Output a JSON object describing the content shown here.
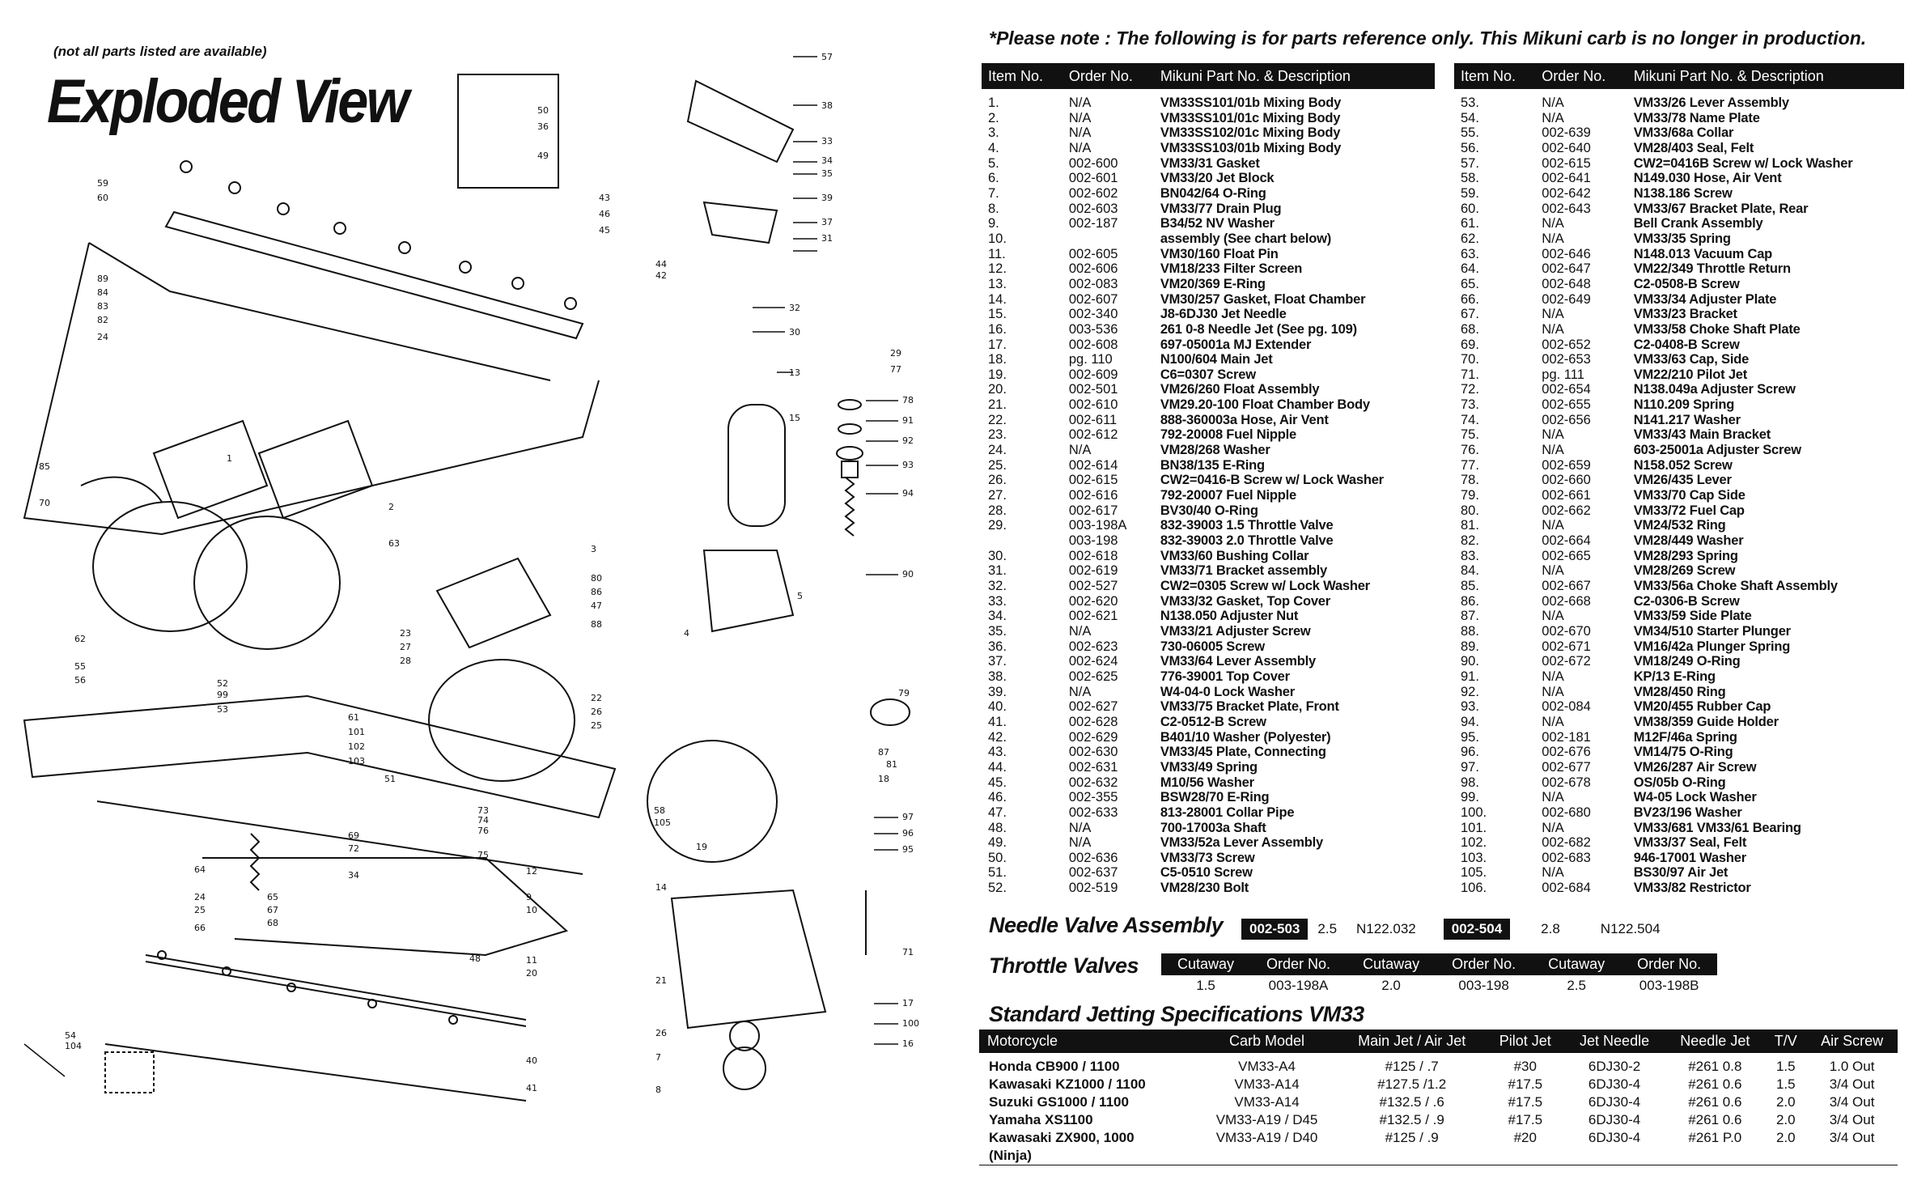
{
  "header": {
    "availability_note": "(not all parts listed are available)",
    "title": "Exploded View",
    "reference_note": "*Please note : The following is for parts reference only. This Mikuni carb is no longer in production."
  },
  "diagram": {
    "callouts": [
      "57",
      "38",
      "50",
      "36",
      "49",
      "33",
      "34",
      "35",
      "59",
      "60",
      "43",
      "46",
      "45",
      "44",
      "42",
      "39",
      "37",
      "31",
      "32",
      "30",
      "13",
      "15",
      "29",
      "77",
      "78",
      "91",
      "92",
      "93",
      "94",
      "90",
      "89",
      "84",
      "83",
      "82",
      "24",
      "85",
      "70",
      "1",
      "2",
      "63",
      "3",
      "80",
      "86",
      "47",
      "88",
      "4",
      "5",
      "23",
      "27",
      "28",
      "79",
      "81",
      "48",
      "62",
      "55",
      "56",
      "52",
      "99",
      "53",
      "61",
      "101",
      "102",
      "103",
      "51",
      "73",
      "74",
      "76",
      "69",
      "72",
      "75",
      "22",
      "26",
      "25",
      "87",
      "18",
      "97",
      "96",
      "95",
      "58",
      "105",
      "19",
      "12",
      "9",
      "10",
      "11",
      "20",
      "64",
      "24",
      "25",
      "66",
      "65",
      "67",
      "68",
      "34",
      "14",
      "21",
      "26",
      "7",
      "8",
      "71",
      "17",
      "100",
      "16",
      "54",
      "104",
      "40",
      "41"
    ]
  },
  "parts_table_left": {
    "headers": [
      "Item No.",
      "Order No.",
      "Mikuni Part No. & Description"
    ],
    "rows": [
      [
        "1.",
        "N/A",
        "VM33SS101/01b Mixing Body"
      ],
      [
        "2.",
        "N/A",
        "VM33SS101/01c Mixing Body"
      ],
      [
        "3.",
        "N/A",
        "VM33SS102/01c Mixing Body"
      ],
      [
        "4.",
        "N/A",
        "VM33SS103/01b Mixing Body"
      ],
      [
        "5.",
        "002-600",
        "VM33/31 Gasket"
      ],
      [
        "6.",
        "002-601",
        "VM33/20 Jet Block"
      ],
      [
        "7.",
        "002-602",
        "BN042/64 O-Ring"
      ],
      [
        "8.",
        "002-603",
        "VM33/77 Drain Plug"
      ],
      [
        "9.",
        "002-187",
        "B34/52 NV Washer"
      ],
      [
        "10.",
        "",
        "assembly (See chart below)"
      ],
      [
        "11.",
        "002-605",
        "VM30/160 Float Pin"
      ],
      [
        "12.",
        "002-606",
        "VM18/233 Filter Screen"
      ],
      [
        "13.",
        "002-083",
        "VM20/369 E-Ring"
      ],
      [
        "14.",
        "002-607",
        "VM30/257 Gasket, Float Chamber"
      ],
      [
        "15.",
        "002-340",
        "J8-6DJ30 Jet Needle"
      ],
      [
        "16.",
        "003-536",
        "261 0-8 Needle Jet (See pg. 109)"
      ],
      [
        "17.",
        "002-608",
        "697-05001a MJ Extender"
      ],
      [
        "18.",
        "pg. 110",
        "N100/604 Main Jet"
      ],
      [
        "19.",
        "002-609",
        "C6=0307 Screw"
      ],
      [
        "20.",
        "002-501",
        "VM26/260 Float Assembly"
      ],
      [
        "21.",
        "002-610",
        "VM29.20-100 Float Chamber Body"
      ],
      [
        "22.",
        "002-611",
        "888-360003a Hose, Air Vent"
      ],
      [
        "23.",
        "002-612",
        "792-20008 Fuel Nipple"
      ],
      [
        "24.",
        "N/A",
        "VM28/268 Washer"
      ],
      [
        "25.",
        "002-614",
        "BN38/135 E-Ring"
      ],
      [
        "26.",
        "002-615",
        "CW2=0416-B Screw w/ Lock Washer"
      ],
      [
        "27.",
        "002-616",
        "792-20007 Fuel Nipple"
      ],
      [
        "28.",
        "002-617",
        "BV30/40 O-Ring"
      ],
      [
        "29.",
        "003-198A",
        "832-39003 1.5 Throttle Valve"
      ],
      [
        "",
        "003-198",
        "832-39003 2.0 Throttle Valve"
      ],
      [
        "30.",
        "002-618",
        "VM33/60 Bushing Collar"
      ],
      [
        "31.",
        "002-619",
        "VM33/71 Bracket assembly"
      ],
      [
        "32.",
        "002-527",
        "CW2=0305 Screw w/ Lock Washer"
      ],
      [
        "33.",
        "002-620",
        "VM33/32 Gasket, Top Cover"
      ],
      [
        "34.",
        "002-621",
        "N138.050 Adjuster Nut"
      ],
      [
        "35.",
        "N/A",
        "VM33/21 Adjuster Screw"
      ],
      [
        "36.",
        "002-623",
        "730-06005 Screw"
      ],
      [
        "37.",
        "002-624",
        "VM33/64 Lever Assembly"
      ],
      [
        "38.",
        "002-625",
        "776-39001 Top Cover"
      ],
      [
        "39.",
        "N/A",
        "W4-04-0 Lock Washer"
      ],
      [
        "40.",
        "002-627",
        "VM33/75 Bracket Plate, Front"
      ],
      [
        "41.",
        "002-628",
        "C2-0512-B Screw"
      ],
      [
        "42.",
        "002-629",
        "B401/10 Washer (Polyester)"
      ],
      [
        "43.",
        "002-630",
        "VM33/45 Plate, Connecting"
      ],
      [
        "44.",
        "002-631",
        "VM33/49 Spring"
      ],
      [
        "45.",
        "002-632",
        "M10/56 Washer"
      ],
      [
        "46.",
        "002-355",
        "BSW28/70 E-Ring"
      ],
      [
        "47.",
        "002-633",
        "813-28001 Collar Pipe"
      ],
      [
        "48.",
        "N/A",
        "700-17003a Shaft"
      ],
      [
        "49.",
        "N/A",
        "VM33/52a Lever Assembly"
      ],
      [
        "50.",
        "002-636",
        "VM33/73 Screw"
      ],
      [
        "51.",
        "002-637",
        "C5-0510 Screw"
      ],
      [
        "52.",
        "002-519",
        "VM28/230 Bolt"
      ]
    ]
  },
  "parts_table_right": {
    "headers": [
      "Item No.",
      "Order No.",
      "Mikuni Part No. & Description"
    ],
    "rows": [
      [
        "53.",
        "N/A",
        "VM33/26 Lever Assembly"
      ],
      [
        "54.",
        "N/A",
        "VM33/78 Name Plate"
      ],
      [
        "55.",
        "002-639",
        "VM33/68a Collar"
      ],
      [
        "56.",
        "002-640",
        "VM28/403 Seal, Felt"
      ],
      [
        "57.",
        "002-615",
        "CW2=0416B Screw w/ Lock Washer"
      ],
      [
        "58.",
        "002-641",
        "N149.030 Hose, Air Vent"
      ],
      [
        "59.",
        "002-642",
        "N138.186 Screw"
      ],
      [
        "60.",
        "002-643",
        "VM33/67 Bracket Plate, Rear"
      ],
      [
        "61.",
        "N/A",
        "Bell Crank Assembly"
      ],
      [
        "62.",
        "N/A",
        "VM33/35 Spring"
      ],
      [
        "63.",
        "002-646",
        "N148.013 Vacuum Cap"
      ],
      [
        "64.",
        "002-647",
        "VM22/349 Throttle Return"
      ],
      [
        "65.",
        "002-648",
        "C2-0508-B Screw"
      ],
      [
        "66.",
        "002-649",
        "VM33/34 Adjuster Plate"
      ],
      [
        "67.",
        "N/A",
        "VM33/23 Bracket"
      ],
      [
        "68.",
        "N/A",
        "VM33/58 Choke Shaft Plate"
      ],
      [
        "69.",
        "002-652",
        "C2-0408-B Screw"
      ],
      [
        "70.",
        "002-653",
        "VM33/63 Cap, Side"
      ],
      [
        "71.",
        "pg. 111",
        "VM22/210 Pilot Jet"
      ],
      [
        "72.",
        "002-654",
        "N138.049a Adjuster Screw"
      ],
      [
        "73.",
        "002-655",
        "N110.209 Spring"
      ],
      [
        "74.",
        "002-656",
        "N141.217 Washer"
      ],
      [
        "75.",
        "N/A",
        "VM33/43 Main Bracket"
      ],
      [
        "76.",
        "N/A",
        "603-25001a Adjuster Screw"
      ],
      [
        "77.",
        "002-659",
        "N158.052 Screw"
      ],
      [
        "78.",
        "002-660",
        "VM26/435 Lever"
      ],
      [
        "79.",
        "002-661",
        "VM33/70 Cap Side"
      ],
      [
        "80.",
        "002-662",
        "VM33/72 Fuel Cap"
      ],
      [
        "81.",
        "N/A",
        "VM24/532 Ring"
      ],
      [
        "82.",
        "002-664",
        "VM28/449 Washer"
      ],
      [
        "83.",
        "002-665",
        "VM28/293 Spring"
      ],
      [
        "84.",
        "N/A",
        "VM28/269 Screw"
      ],
      [
        "85.",
        "002-667",
        "VM33/56a Choke Shaft Assembly"
      ],
      [
        "86.",
        "002-668",
        "C2-0306-B Screw"
      ],
      [
        "87.",
        "N/A",
        "VM33/59 Side Plate"
      ],
      [
        "88.",
        "002-670",
        "VM34/510 Starter Plunger"
      ],
      [
        "89.",
        "002-671",
        "VM16/42a Plunger Spring"
      ],
      [
        "90.",
        "002-672",
        "VM18/249 O-Ring"
      ],
      [
        "91.",
        "N/A",
        "KP/13 E-Ring"
      ],
      [
        "92.",
        "N/A",
        "VM28/450 Ring"
      ],
      [
        "93.",
        "002-084",
        "VM20/455 Rubber Cap"
      ],
      [
        "94.",
        "N/A",
        "VM38/359 Guide Holder"
      ],
      [
        "95.",
        "002-181",
        "M12F/46a Spring"
      ],
      [
        "96.",
        "002-676",
        "VM14/75 O-Ring"
      ],
      [
        "97.",
        "002-677",
        "VM26/287 Air Screw"
      ],
      [
        "98.",
        "002-678",
        "OS/05b O-Ring"
      ],
      [
        "99.",
        "N/A",
        "W4-05 Lock Washer"
      ],
      [
        "100.",
        "002-680",
        "BV23/196 Washer"
      ],
      [
        "101.",
        "N/A",
        "VM33/681 VM33/61 Bearing"
      ],
      [
        "102.",
        "002-682",
        "VM33/37 Seal, Felt"
      ],
      [
        "103.",
        "002-683",
        "946-17001 Washer"
      ],
      [
        "105.",
        "N/A",
        "BS30/97 Air Jet"
      ],
      [
        "106.",
        "002-684",
        "VM33/82 Restrictor"
      ]
    ]
  },
  "needle_valve": {
    "title": "Needle Valve Assembly",
    "items": [
      {
        "order": "002-503",
        "size": "2.5",
        "part": "N122.032"
      },
      {
        "order": "002-504",
        "size": "2.8",
        "part": "N122.504"
      }
    ]
  },
  "throttle_valves": {
    "title": "Throttle Valves",
    "headers": [
      "Cutaway",
      "Order No.",
      "Cutaway",
      "Order No.",
      "Cutaway",
      "Order No."
    ],
    "values": [
      "1.5",
      "003-198A",
      "2.0",
      "003-198",
      "2.5",
      "003-198B"
    ]
  },
  "jetting": {
    "title": "Standard Jetting Specifications VM33",
    "headers": [
      "Motorcycle",
      "Carb Model",
      "Main Jet / Air Jet",
      "Pilot Jet",
      "Jet Needle",
      "Needle Jet",
      "T/V",
      "Air Screw"
    ],
    "rows": [
      [
        "Honda CB900 / 1100",
        "VM33-A4",
        "#125 / .7",
        "#30",
        "6DJ30-2",
        "#261 0.8",
        "1.5",
        "1.0 Out"
      ],
      [
        "Kawasaki KZ1000 / 1100",
        "VM33-A14",
        "#127.5 /1.2",
        "#17.5",
        "6DJ30-4",
        "#261 0.6",
        "1.5",
        "3/4 Out"
      ],
      [
        "Suzuki GS1000 / 1100",
        "VM33-A14",
        "#132.5 / .6",
        "#17.5",
        "6DJ30-4",
        "#261 0.6",
        "2.0",
        "3/4 Out"
      ],
      [
        "Yamaha XS1100",
        "VM33-A19 / D45",
        "#132.5 / .9",
        "#17.5",
        "6DJ30-4",
        "#261 0.6",
        "2.0",
        "3/4 Out"
      ],
      [
        "Kawasaki ZX900, 1000",
        "VM33-A19 / D40",
        "#125 / .9",
        "#20",
        "6DJ30-4",
        "#261 P.0",
        "2.0",
        "3/4 Out"
      ]
    ],
    "footnote": "(Ninja)"
  }
}
